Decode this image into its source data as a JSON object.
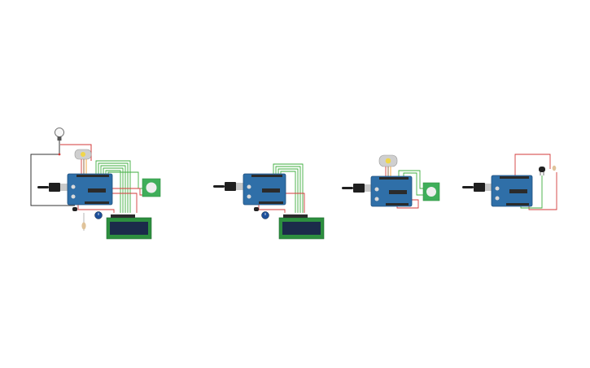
{
  "canvas": {
    "background": "#ffffff",
    "circuits": [
      {
        "id": "circuit-1",
        "components": [
          "arduino-uno-board",
          "usb-cable",
          "lcd-16x2-display",
          "pir-motion-sensor",
          "servo-motor",
          "light-bulb",
          "potentiometer",
          "resistor",
          "transistor"
        ]
      },
      {
        "id": "circuit-2",
        "components": [
          "arduino-uno-board",
          "usb-cable",
          "lcd-16x2-display",
          "potentiometer"
        ]
      },
      {
        "id": "circuit-3",
        "components": [
          "arduino-uno-board",
          "usb-cable",
          "servo-motor",
          "pir-motion-sensor"
        ]
      },
      {
        "id": "circuit-4",
        "components": [
          "arduino-uno-board",
          "usb-cable",
          "transistor",
          "resistor"
        ]
      }
    ]
  },
  "colors": {
    "board": "#2f6fa8",
    "board_dark": "#1e4f7d",
    "header": "#2b2b2b",
    "usb_metal": "#c9c9c9",
    "cable": "#1f1f1f",
    "wire_green": "#3fae3f",
    "wire_red": "#d33a3a",
    "wire_black": "#333333",
    "lcd_frame": "#2d8f3f",
    "lcd_screen": "#1b2b4a",
    "pir_board": "#3fae5a",
    "pir_dome": "#eeeeee",
    "servo_body": "#cfcfcf",
    "servo_horn": "#f0d64a",
    "pot_body": "#1d4f9a"
  }
}
